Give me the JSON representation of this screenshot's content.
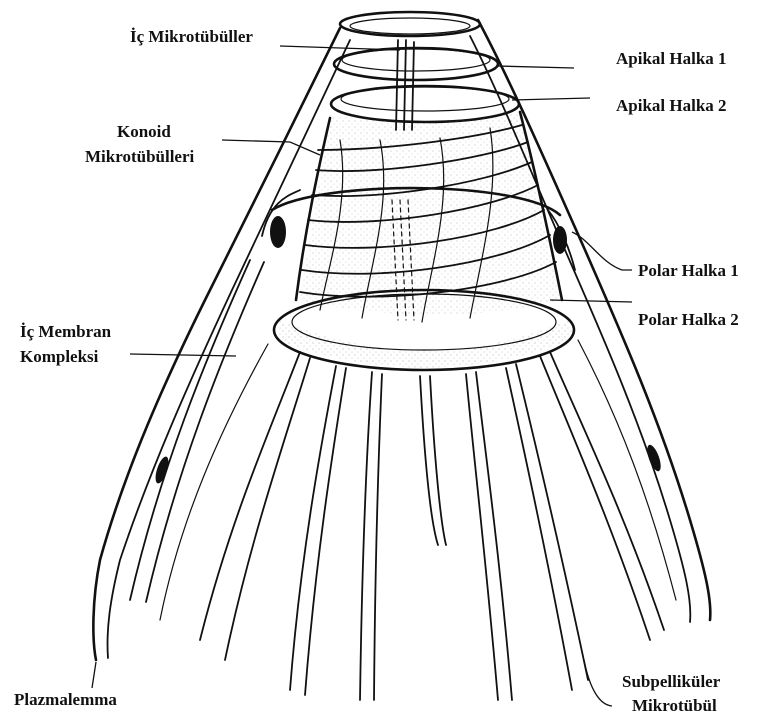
{
  "labels": {
    "inner_microtubules": "İç Mikrotübüller",
    "apical_ring_1": "Apikal Halka 1",
    "apical_ring_2": "Apikal Halka 2",
    "conoid_line1": "Konoid",
    "conoid_line2": "Mikrotübülleri",
    "polar_ring_1": "Polar Halka 1",
    "polar_ring_2": "Polar Halka 2",
    "imc_line1": "İç Membran",
    "imc_line2": "Kompleksi",
    "plasmalemma": "Plazmalemma",
    "subpellicular_line1": "Subpelliküler",
    "subpellicular_line2": "Mikrotübül"
  },
  "icons": [
    "apicomplexan-apical-complex-illustration"
  ]
}
